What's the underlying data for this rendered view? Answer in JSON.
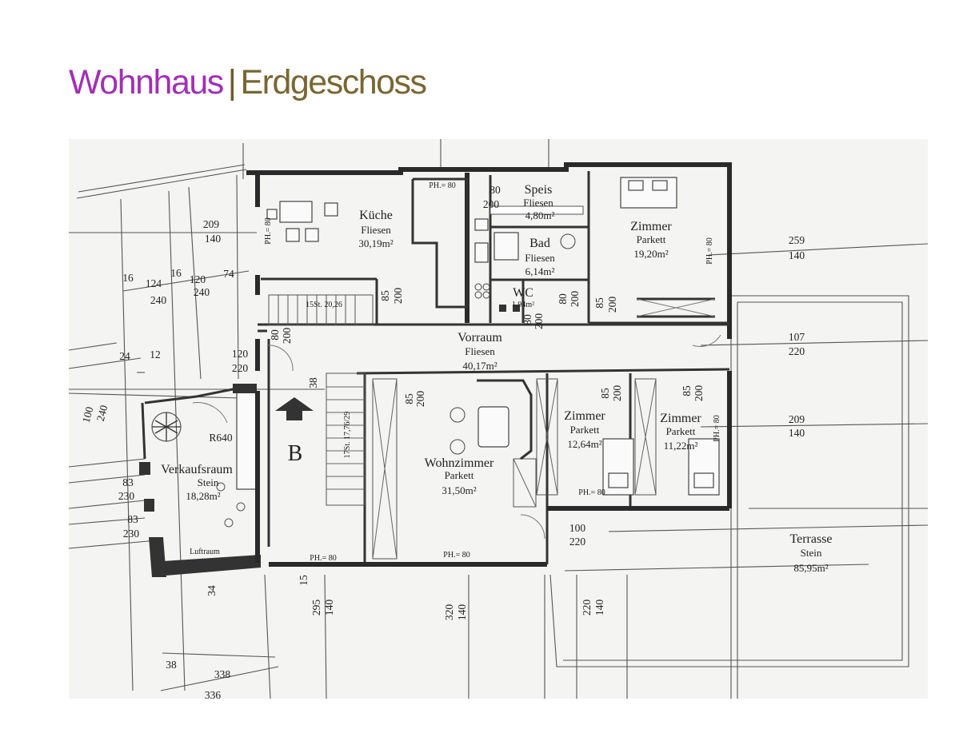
{
  "header": {
    "title_part1": "Wohnhaus",
    "separator": "|",
    "title_part2": "Erdgeschoss",
    "colors": {
      "part1": "#a22fb6",
      "part2": "#7a6632"
    }
  },
  "rooms": {
    "kueche": {
      "name": "Küche",
      "floor": "Fliesen",
      "area": "30,19m²"
    },
    "speis": {
      "name": "Speis",
      "floor": "Fliesen",
      "area": "4,80m²"
    },
    "bad": {
      "name": "Bad",
      "floor": "Fliesen",
      "area": "6,14m²"
    },
    "wc": {
      "name": "WC",
      "area": "1,94m²"
    },
    "zimmer_1": {
      "name": "Zimmer",
      "floor": "Parkett",
      "area": "19,20m²"
    },
    "vorraum": {
      "name": "Vorraum",
      "floor": "Fliesen",
      "area": "40,17m²"
    },
    "wohnzimmer": {
      "name": "Wohnzimmer",
      "floor": "Parkett",
      "area": "31,50m²"
    },
    "zimmer_2": {
      "name": "Zimmer",
      "floor": "Parkett",
      "area": "12,64m²"
    },
    "zimmer_3": {
      "name": "Zimmer",
      "floor": "Parkett",
      "area": "11,22m²"
    },
    "verkauf": {
      "name": "Verkaufsraum",
      "floor": "Stein",
      "area": "18,28m²"
    },
    "terrasse": {
      "name": "Terrasse",
      "floor": "Stein",
      "area": "85,95m²"
    },
    "luftraum": {
      "name": "Luftraum"
    }
  },
  "annotations": {
    "ph_top": "PH.= 80",
    "ph_left": "PH.= 80",
    "ph_right": "PH.= 80",
    "ph_wohn_left": "PH.= 80",
    "ph_wohn_bottom": "PH.= 80",
    "ph_zimmer2": "PH.= 80",
    "ph_zimmer3": "PH.= 80",
    "stairs_up": "15St. 20,26",
    "stairs_side": "17St. 17,76/29",
    "section_b": "B",
    "radius": "R640"
  },
  "dims": {
    "d209_140_left_a": "209",
    "d209_140_left_b": "140",
    "d80_200_speis_a": "80",
    "d80_200_speis_b": "200",
    "d259_140_a": "259",
    "d259_140_b": "140",
    "d107_220_a": "107",
    "d107_220_b": "220",
    "d209_140_right_a": "209",
    "d209_140_right_b": "140",
    "d100_220_a": "100",
    "d100_220_b": "220",
    "d120_220_a": "120",
    "d120_220_b": "220",
    "d16_a": "16",
    "d124": "124",
    "d16_b": "16",
    "d120": "120",
    "d74": "74",
    "d240_a": "240",
    "d240_b": "240",
    "d24": "24",
    "d12": "12",
    "d100_240_a": "100",
    "d100_240_b": "240",
    "d83_230_a": "83",
    "d83_230_b": "230",
    "d83_230_c": "83",
    "d83_230_d": "230",
    "d85_200_kue_a": "85",
    "d85_200_kue_b": "200",
    "d80_200_a": "80",
    "d80_200_b": "200",
    "d80_200_c": "80",
    "d80_200_d": "200",
    "d85_200_z1_a": "85",
    "d85_200_z1_b": "200",
    "d80_200_left_a": "80",
    "d80_200_left_b": "200",
    "d38": "38",
    "d85_200_wz_a": "85",
    "d85_200_wz_b": "200",
    "d85_200_z2_a": "85",
    "d85_200_z2_b": "200",
    "d85_200_z3_a": "85",
    "d85_200_z3_b": "200",
    "d295_140_a": "295",
    "d295_140_b": "140",
    "d320_140_a": "320",
    "d320_140_b": "140",
    "d220_140_a": "220",
    "d220_140_b": "140",
    "d15": "15",
    "d34": "34",
    "d38_bottom": "38",
    "d338": "338",
    "d336": "336"
  }
}
